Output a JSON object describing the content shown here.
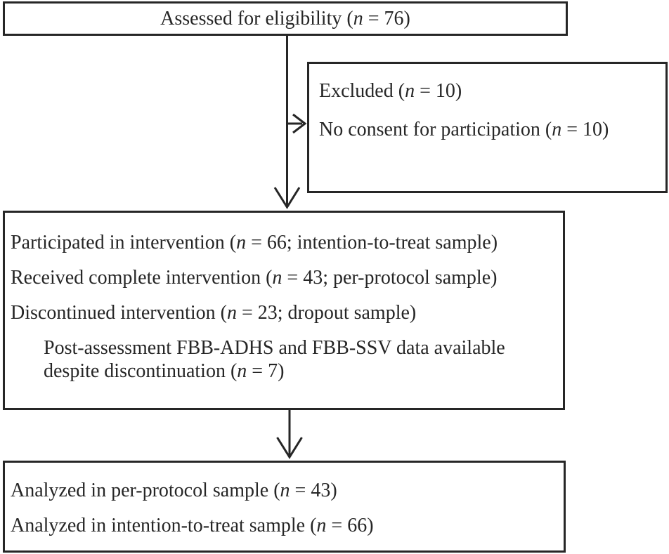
{
  "figure": {
    "type": "consort-flow-diagram",
    "background_color": "#ffffff",
    "line_color": "#262626",
    "text_color": "#262626"
  },
  "boxes": {
    "assessed": {
      "lines": [
        {
          "pre": "Assessed for eligibility (",
          "var": "n",
          "post": " = 76)"
        }
      ]
    },
    "excluded": {
      "lines": [
        {
          "pre": "Excluded (",
          "var": "n",
          "post": " = 10)"
        },
        {
          "pre": "No consent for participation (",
          "var": "n",
          "post": " = 10)"
        }
      ]
    },
    "intervention": {
      "lines": [
        {
          "pre": "Participated in intervention (",
          "var": "n",
          "post": " = 66; intention-to-treat sample)"
        },
        {
          "pre": "Received complete intervention (",
          "var": "n",
          "post": " = 43; per-protocol sample)"
        },
        {
          "pre": "Discontinued intervention (",
          "var": "n",
          "post": " = 23; dropout sample)"
        },
        {
          "pre": "Post-assessment FBB-ADHS and FBB-SSV data available despite discontinuation (",
          "var": "n",
          "post": " = 7)"
        }
      ]
    },
    "analyzed": {
      "lines": [
        {
          "pre": "Analyzed in per-protocol sample (",
          "var": "n",
          "post": " = 43)"
        },
        {
          "pre": "Analyzed in intention-to-treat sample (",
          "var": "n",
          "post": " = 66)"
        }
      ]
    }
  }
}
